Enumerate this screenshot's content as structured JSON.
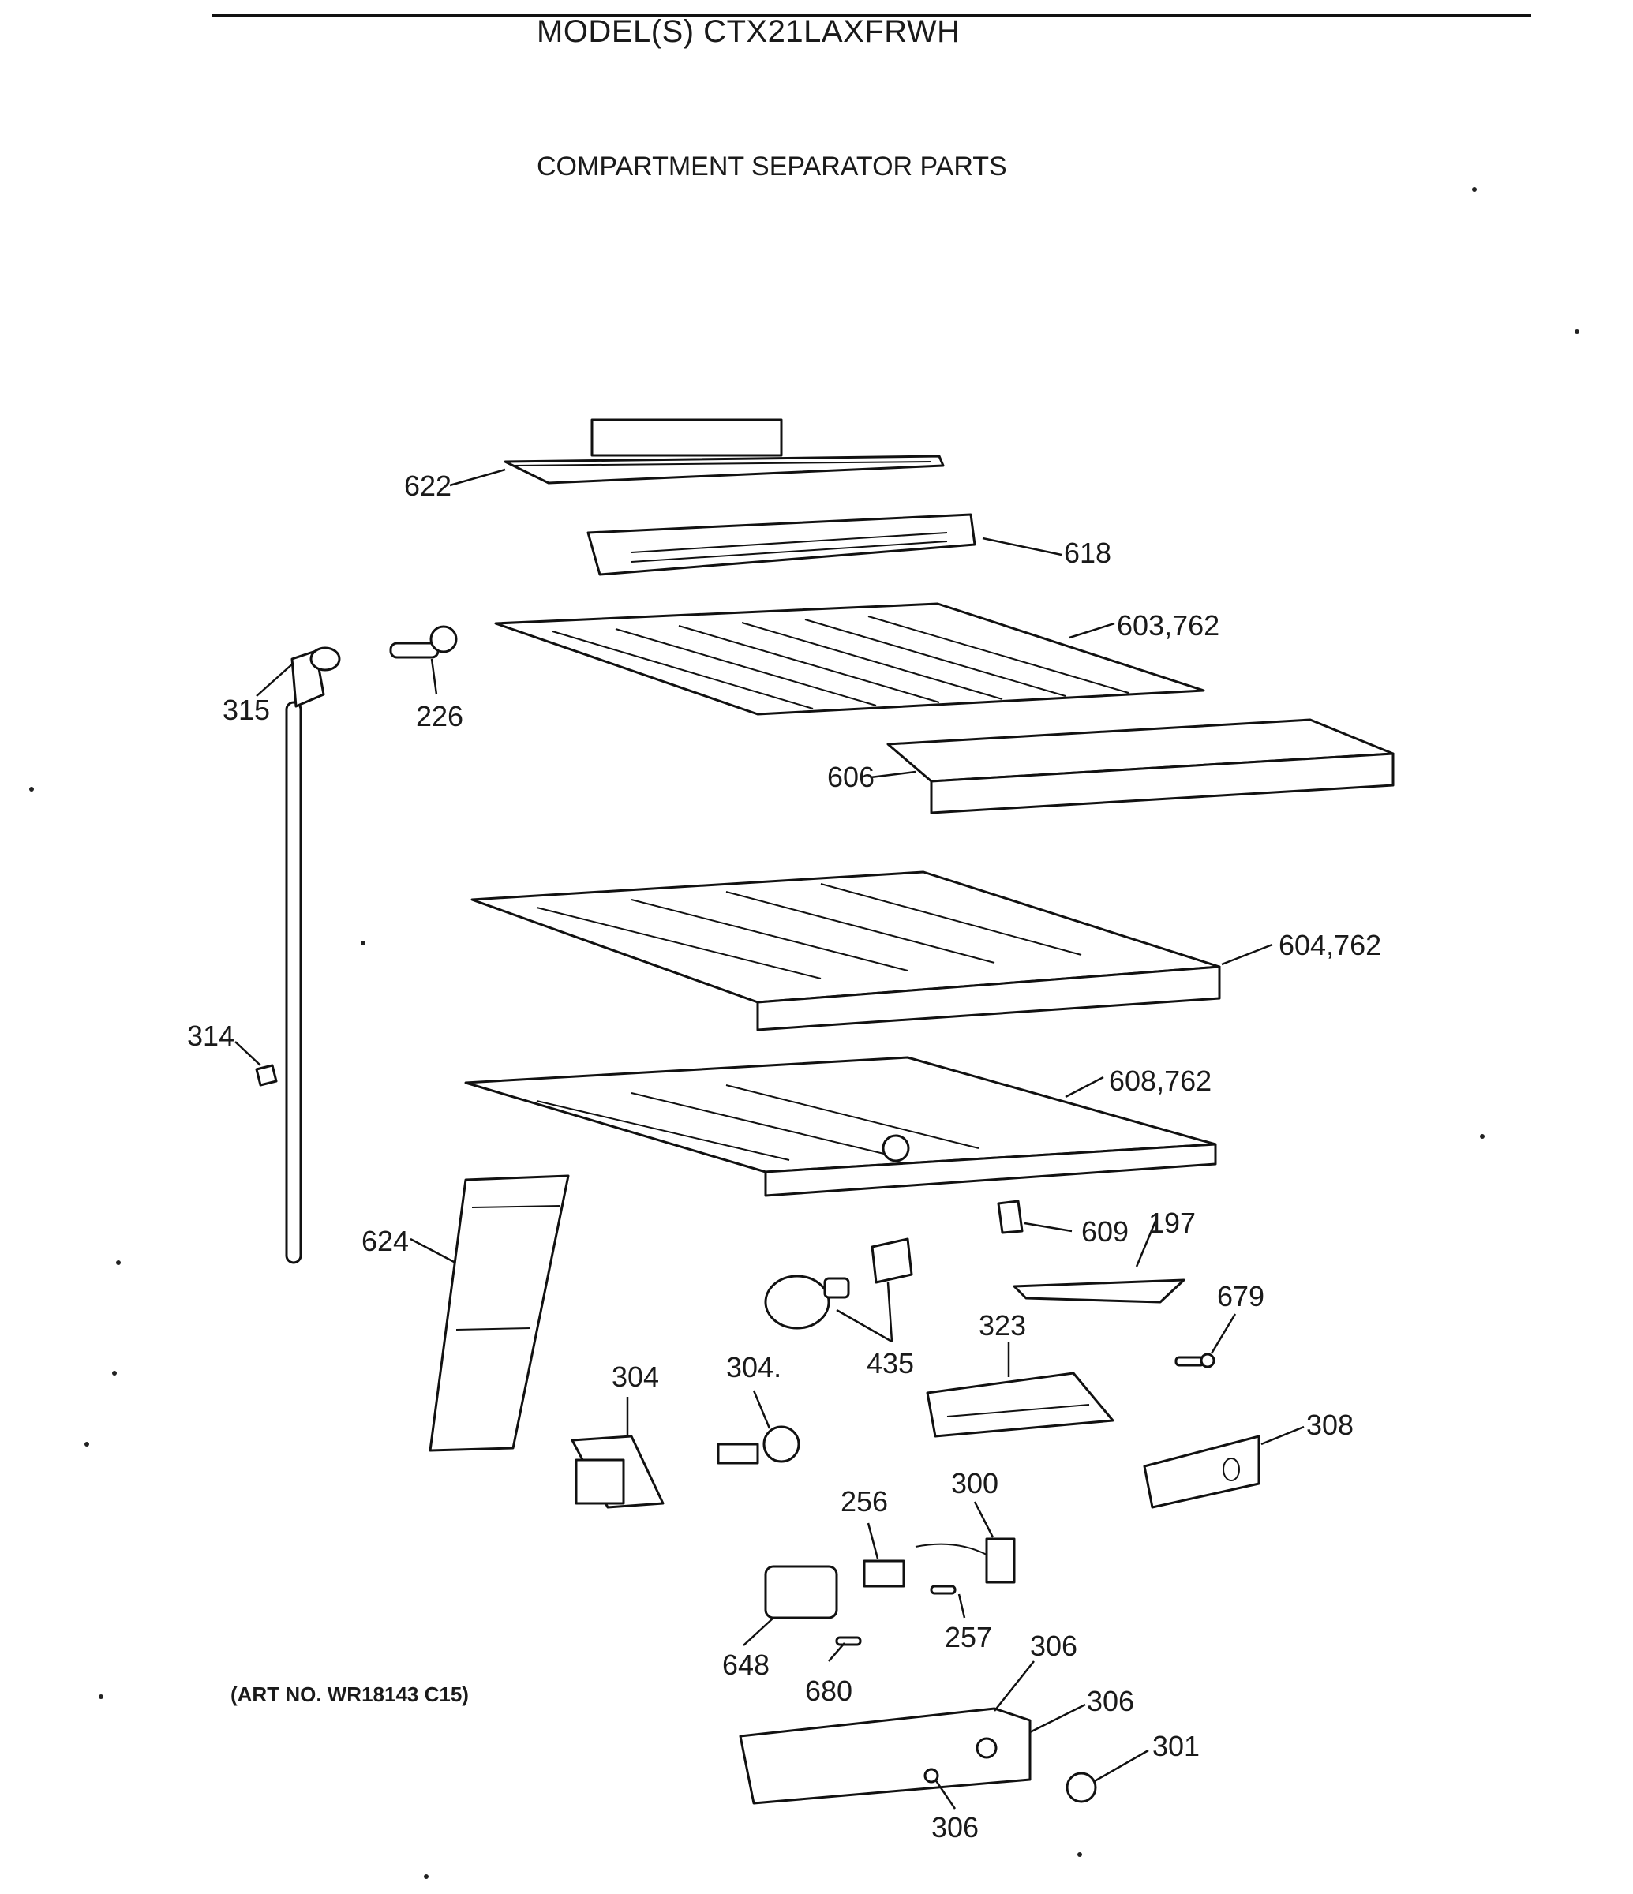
{
  "header": {
    "model": "MODEL(S) CTX21LAXFRWH",
    "section": "COMPARTMENT SEPARATOR PARTS"
  },
  "footer": {
    "art_number": "(ART NO. WR18143 C15)"
  },
  "callouts": {
    "p622": "622",
    "p618": "618",
    "p603": "603,762",
    "p315": "315",
    "p226": "226",
    "p606": "606",
    "p604": "604,762",
    "p314": "314",
    "p608": "608,762",
    "p624": "624",
    "p609": "609",
    "p197": "197",
    "p679": "679",
    "p323": "323",
    "p435": "435",
    "p304a": "304",
    "p304b": "304.",
    "p308": "308",
    "p256": "256",
    "p300": "300",
    "p257": "257",
    "p648": "648",
    "p680": "680",
    "p306a": "306",
    "p306b": "306",
    "p301": "301",
    "p306c": "306"
  }
}
